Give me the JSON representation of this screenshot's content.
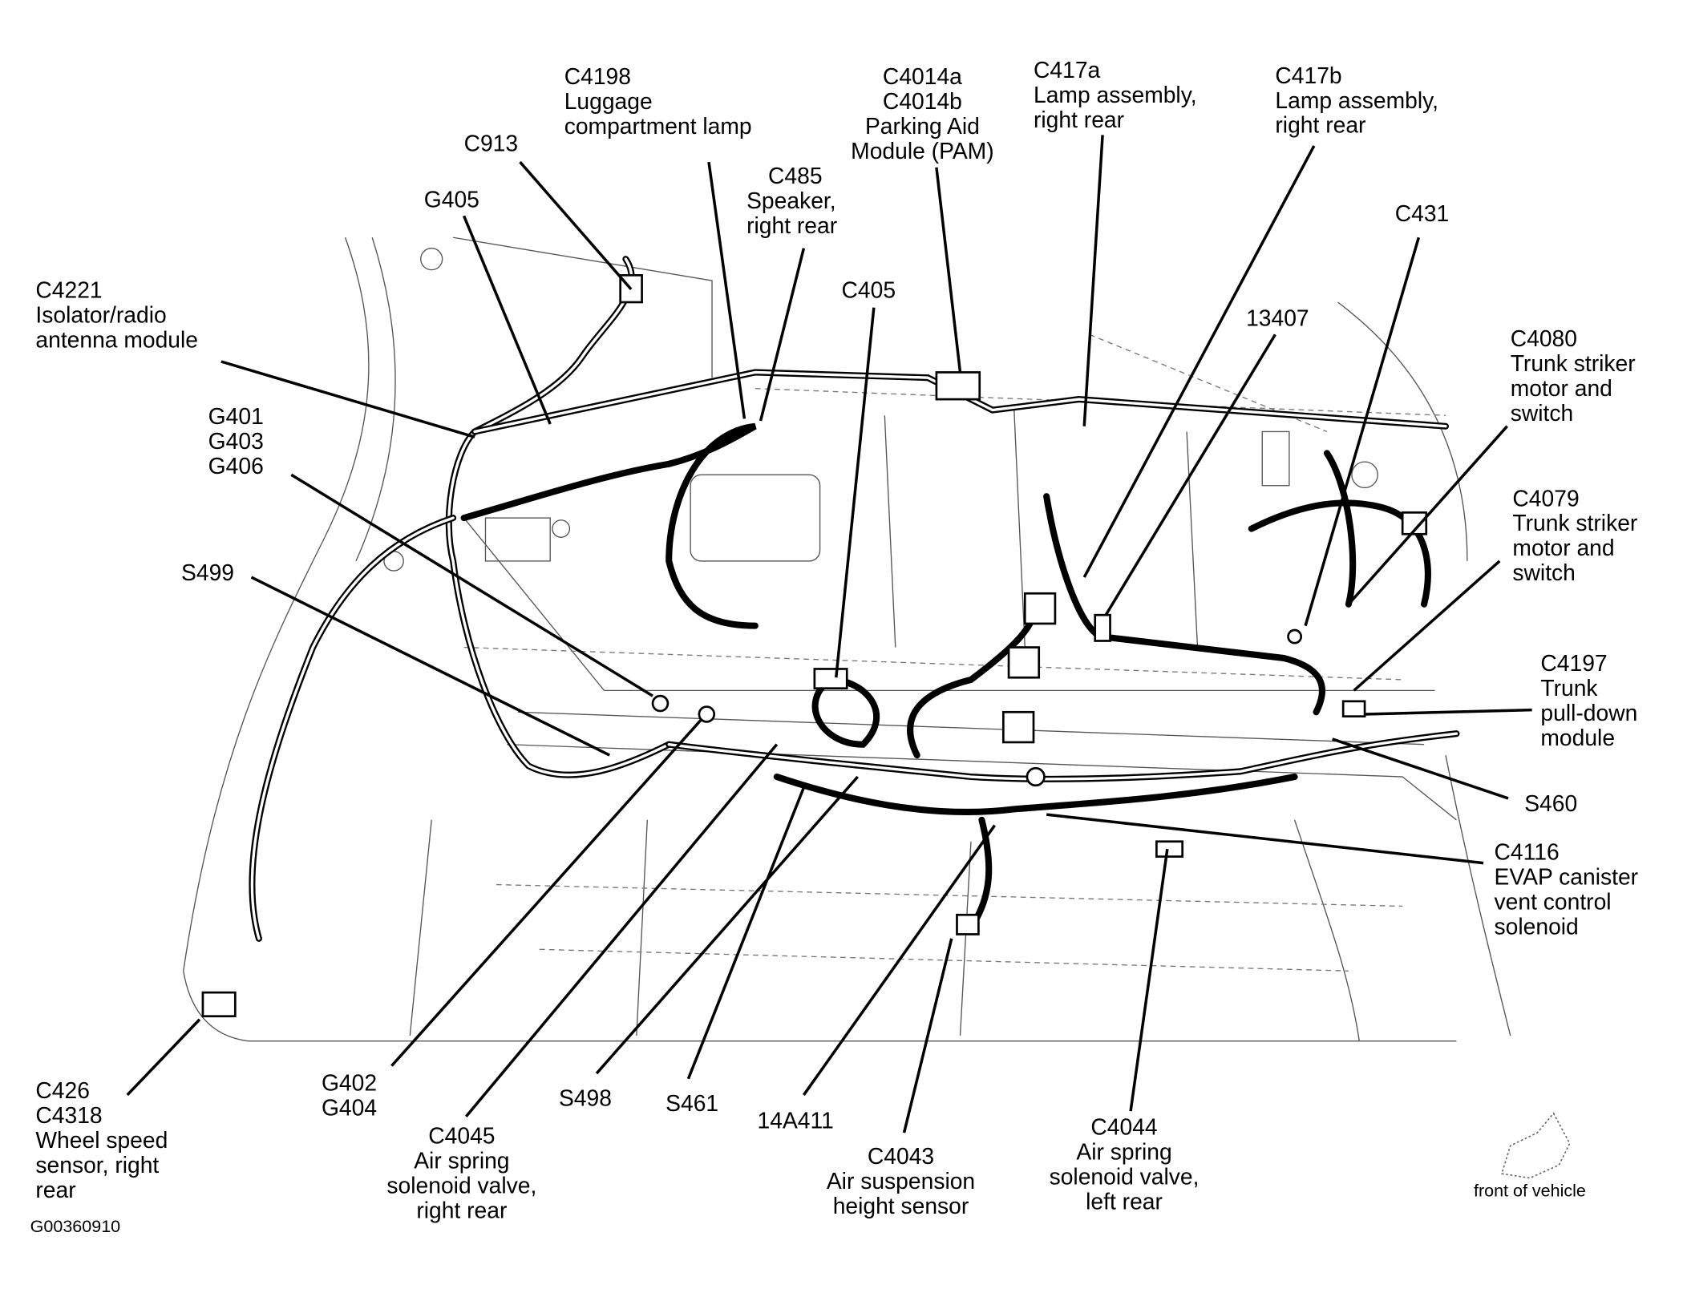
{
  "diagram_id": "G00360910",
  "orientation_label": "front of vehicle",
  "icons": {
    "orientation": "front-of-vehicle-arrow-icon"
  },
  "colors": {
    "ink": "#000000",
    "body_lines": "#555555",
    "background": "#ffffff"
  },
  "callouts": [
    {
      "id": "c4198",
      "lines": [
        "C4198",
        "Luggage",
        "compartment lamp"
      ]
    },
    {
      "id": "c913",
      "lines": [
        "C913"
      ]
    },
    {
      "id": "g405",
      "lines": [
        "G405"
      ]
    },
    {
      "id": "c4221",
      "lines": [
        "C4221",
        "Isolator/radio",
        "antenna module"
      ]
    },
    {
      "id": "g401",
      "lines": [
        "G401",
        "G403",
        "G406"
      ]
    },
    {
      "id": "s499",
      "lines": [
        "S499"
      ]
    },
    {
      "id": "c485",
      "lines": [
        "C485",
        "Speaker,",
        "right rear"
      ]
    },
    {
      "id": "c405",
      "lines": [
        "C405"
      ]
    },
    {
      "id": "c4014",
      "lines": [
        "C4014a",
        "C4014b",
        "Parking Aid",
        "Module (PAM)"
      ]
    },
    {
      "id": "c417a",
      "lines": [
        "C417a",
        "Lamp assembly,",
        "right rear"
      ]
    },
    {
      "id": "c417b",
      "lines": [
        "C417b",
        "Lamp assembly,",
        "right rear"
      ]
    },
    {
      "id": "c431",
      "lines": [
        "C431"
      ]
    },
    {
      "id": "n13407",
      "lines": [
        "13407"
      ]
    },
    {
      "id": "c4080",
      "lines": [
        "C4080",
        "Trunk striker",
        "motor and",
        "switch"
      ]
    },
    {
      "id": "c4079",
      "lines": [
        "C4079",
        "Trunk striker",
        "motor and",
        "switch"
      ]
    },
    {
      "id": "c4197",
      "lines": [
        "C4197",
        "Trunk",
        "pull-down",
        "module"
      ]
    },
    {
      "id": "s460",
      "lines": [
        "S460"
      ]
    },
    {
      "id": "c4116",
      "lines": [
        "C4116",
        "EVAP canister",
        "vent control",
        "solenoid"
      ]
    },
    {
      "id": "c4044",
      "lines": [
        "C4044",
        "Air spring",
        "solenoid valve,",
        "left rear"
      ]
    },
    {
      "id": "c4043",
      "lines": [
        "C4043",
        "Air suspension",
        "height sensor"
      ]
    },
    {
      "id": "n14a411",
      "lines": [
        "14A411"
      ]
    },
    {
      "id": "s461",
      "lines": [
        "S461"
      ]
    },
    {
      "id": "s498",
      "lines": [
        "S498"
      ]
    },
    {
      "id": "c4045",
      "lines": [
        "C4045",
        "Air spring",
        "solenoid valve,",
        "right rear"
      ]
    },
    {
      "id": "g402",
      "lines": [
        "G402",
        "G404"
      ]
    },
    {
      "id": "c426",
      "lines": [
        "C426",
        "C4318",
        "Wheel speed",
        "sensor, right",
        "rear"
      ]
    }
  ]
}
